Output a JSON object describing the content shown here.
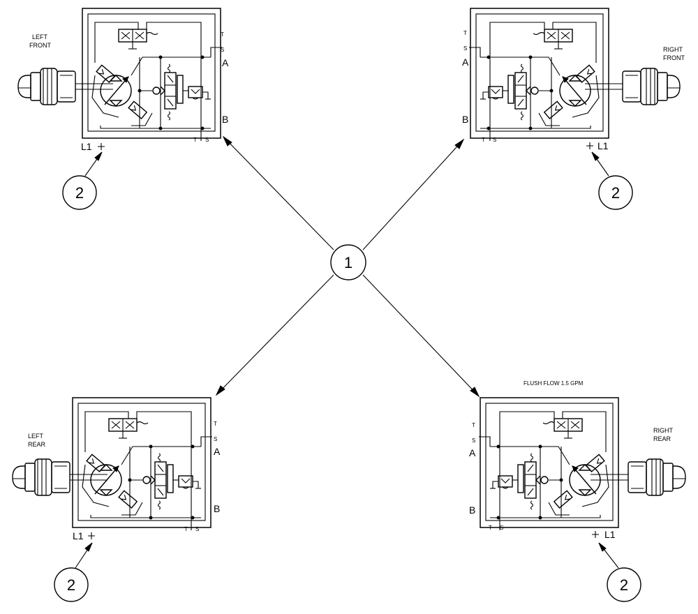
{
  "units": [
    {
      "id": "lf",
      "label_line1": "LEFT",
      "label_line2": "FRONT",
      "port_a": "A",
      "port_b": "B",
      "port_t": "T",
      "port_s": "S",
      "port_l1": "L1"
    },
    {
      "id": "rf",
      "label_line1": "RIGHT",
      "label_line2": "FRONT",
      "port_a": "A",
      "port_b": "B",
      "port_t": "T",
      "port_s": "S",
      "port_l1": "L1"
    },
    {
      "id": "lr",
      "label_line1": "LEFT",
      "label_line2": "REAR",
      "port_a": "A",
      "port_b": "B",
      "port_t": "T",
      "port_s": "S",
      "port_l1": "L1"
    },
    {
      "id": "rr",
      "label_line1": "RIGHT",
      "label_line2": "REAR",
      "port_a": "A",
      "port_b": "B",
      "port_t": "T",
      "port_s": "S",
      "port_l1": "L1"
    }
  ],
  "note": "FLUSH FLOW 1.5 GPM",
  "balloons": {
    "center": "1",
    "lf": "2",
    "rf": "2",
    "lr": "2",
    "rr": "2"
  }
}
